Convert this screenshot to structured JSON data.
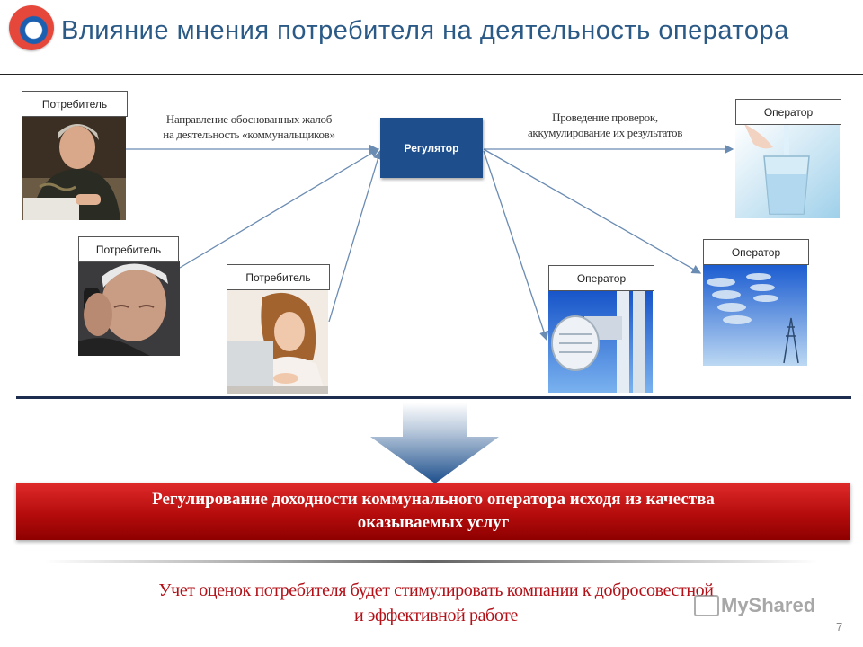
{
  "title": "Влияние мнения потребителя на деятельность оператора",
  "consumers": [
    {
      "label": "Потребитель",
      "photo": "elderly-woman-writing"
    },
    {
      "label": "Потребитель",
      "photo": "elderly-man-on-phone"
    },
    {
      "label": "Потребитель",
      "photo": "young-woman-laptop"
    }
  ],
  "regulator": {
    "label": "Регулятор"
  },
  "operators": [
    {
      "label": "Оператор",
      "photo": "glass-of-water"
    },
    {
      "label": "Оператор",
      "photo": "radiator-thermostat"
    },
    {
      "label": "Оператор",
      "photo": "power-insulators"
    }
  ],
  "annotations": {
    "left_line1": "Направление обоснованных жалоб",
    "left_line2": "на деятельность «коммунальщиков»",
    "right_line1": "Проведение проверок,",
    "right_line2": "аккумулирование их результатов"
  },
  "banner": {
    "line1": "Регулирование доходности коммунального оператора исходя из качества",
    "line2": "оказываемых услуг"
  },
  "conclusion": {
    "line1": "Учет оценок потребителя будет стимулировать компании к добросовестной",
    "line2": "и эффективной работе"
  },
  "watermark": "MyShared",
  "page_number": "7",
  "colors": {
    "title": "#2b5a87",
    "regulator": "#1f4e8c",
    "banner": "#c0141a",
    "conclusion": "#b31017",
    "arrow": "#6a8bb2"
  }
}
